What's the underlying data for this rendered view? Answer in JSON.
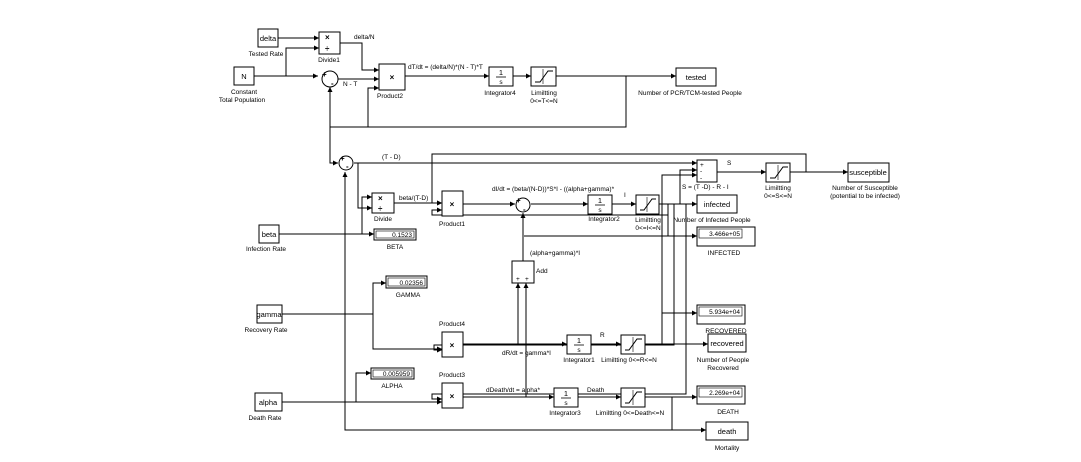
{
  "blocks": {
    "delta": {
      "text": "delta",
      "label": "Tested Rate"
    },
    "N": {
      "text": "N",
      "label1": "Constant",
      "label2": "Total Population"
    },
    "divide1": {
      "label": "Divide1"
    },
    "product2": {
      "label": "Product2"
    },
    "integrator4": {
      "label": "Integrator4"
    },
    "limit_t": {
      "label1": "Limiltting",
      "label2": "0<=T<=N"
    },
    "tested": {
      "text": "tested",
      "label": "Number of PCR/TCM-tested  People"
    },
    "sum_s": {
      "label": "S = (T -D) - R - I"
    },
    "limit_s": {
      "label1": "Limiltting",
      "label2": "0<=S<=N"
    },
    "susceptible": {
      "text": "susceptible",
      "label1": "Number of Susceptible",
      "label2": "(potential to be infected)"
    },
    "divide": {
      "label": "Divide"
    },
    "product1": {
      "label": "Product1"
    },
    "integrator2": {
      "label": "Integrator2"
    },
    "limit_i": {
      "label1": "Limiltting",
      "label2": "0<=I<=N"
    },
    "infected": {
      "text": "infected",
      "label": "Number of Infected People"
    },
    "beta": {
      "text": "beta",
      "label": "Infection Rate"
    },
    "beta_disp": {
      "value": "0.1523",
      "label": "BETA"
    },
    "infected_disp": {
      "value": "3.466e+05",
      "label": "INFECTED"
    },
    "add": {
      "label": "Add"
    },
    "gamma": {
      "text": "gamma",
      "label": "Recovery Rate"
    },
    "gamma_disp": {
      "value": "0.02356",
      "label": "GAMMA"
    },
    "recovered_disp": {
      "value": "5.934e+04",
      "label": "RECOVERED"
    },
    "product4": {
      "label": "Product4"
    },
    "integrator1": {
      "label": "Integrator1"
    },
    "limit_r": {
      "label": "Limiltting 0<=R<=N"
    },
    "recovered": {
      "text": "recovered",
      "label1": "Number of People",
      "label2": "Recovered"
    },
    "alpha_disp": {
      "value": "0.005959",
      "label": "ALPHA"
    },
    "alpha": {
      "text": "alpha",
      "label": "Death Rate"
    },
    "product3": {
      "label": "Product3"
    },
    "integrator3": {
      "label": "Integrator3"
    },
    "limit_d": {
      "label": "Limiltting 0<=Death<=N"
    },
    "death_disp": {
      "value": "2.269e+04",
      "label": "DEATH"
    },
    "death": {
      "text": "death",
      "label": "Mortality"
    }
  },
  "signals": {
    "delta_over_n": "delta/N",
    "n_minus_t": "N - T",
    "dt_eq": "dT/dt = (delta/N)*(N - T)*T",
    "t_minus_d": "(T - D)",
    "s": "S",
    "beta_over": "beta/(T-D)",
    "di_eq": "dI/dt = (beta/(N-D))*S*I - ((alpha+gamma)*",
    "i": "I",
    "alpha_gamma": "(alpha+gamma)*I",
    "r": "R",
    "dr_eq": "dR/dt = gamma*I",
    "death": "Death",
    "ddeath_eq": "dDeath/dt = alpha*"
  },
  "symbols": {
    "times": "×",
    "divide": "÷",
    "integ_num": "1",
    "integ_den": "s",
    "plus": "+",
    "minus": "-"
  }
}
